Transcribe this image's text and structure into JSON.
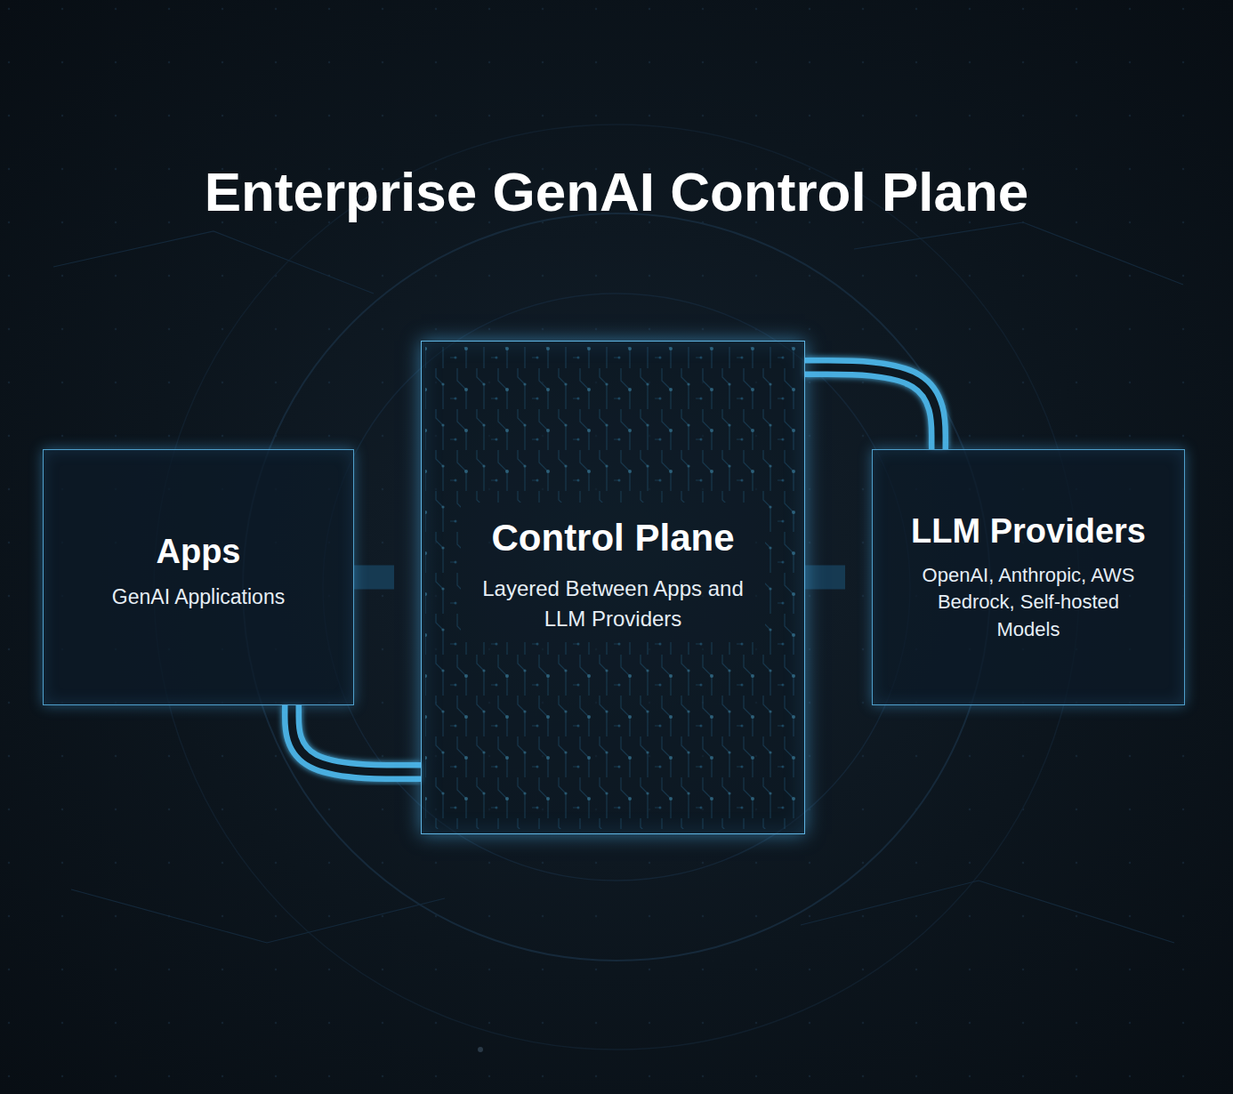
{
  "diagram": {
    "title": "Enterprise GenAI Control Plane",
    "nodes": [
      {
        "text": [
          "Apps",
          "GenAI Applications"
        ]
      },
      {
        "text": [
          "Control Plane",
          "Layered Between Apps and LLM Providers"
        ]
      },
      {
        "text": [
          "LLM Providers",
          "OpenAI, Anthropic, AWS Bedrock, Self-hosted Models"
        ]
      }
    ],
    "edges": [
      {
        "from": 0,
        "to": 1,
        "arrow": "to"
      },
      {
        "from": 1,
        "to": 2,
        "arrow": "to"
      },
      {
        "from": 2,
        "to": 1,
        "arrow": "none"
      },
      {
        "from": 1,
        "to": 0,
        "arrow": "none"
      }
    ]
  }
}
